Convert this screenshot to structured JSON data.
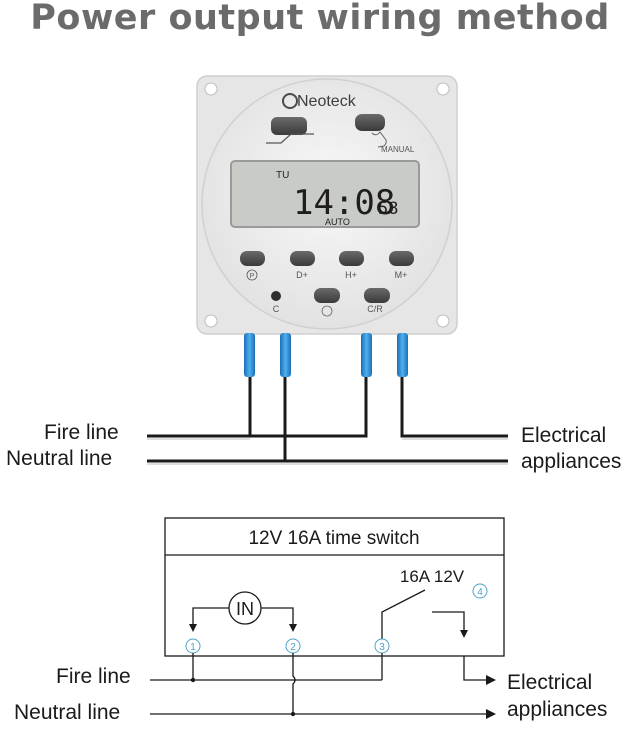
{
  "title": "Power output wiring method",
  "device": {
    "brand": "Neoteck",
    "manual_label": "MANUAL",
    "display": {
      "day": "TU",
      "time": "14:08",
      "seconds": "58",
      "mode": "AUTO"
    },
    "buttons": {
      "program": "P",
      "day": "D+",
      "hour": "H+",
      "minute": "M+",
      "clock": "C",
      "cancel_recall": "C/R"
    }
  },
  "top_wiring": {
    "fire_line": "Fire line",
    "neutral_line": "Neutral line",
    "appliances_line1": "Electrical",
    "appliances_line2": "appliances"
  },
  "schematic": {
    "box_title": "12V 16A time switch",
    "input_label": "IN",
    "relay_label": "16A 12V",
    "terminals": [
      "1",
      "2",
      "3",
      "4"
    ],
    "fire_line": "Fire line",
    "neutral_line": "Neutral line",
    "appliances_line1": "Electrical",
    "appliances_line2": "appliances"
  },
  "colors": {
    "title": "#6b6b6b",
    "device_body": "#ececec",
    "lcd": "#c9ccc6",
    "connector_blue": "#2a8fd8",
    "terminal_circle": "#4da3c9",
    "wire": "#1a1a1a"
  }
}
